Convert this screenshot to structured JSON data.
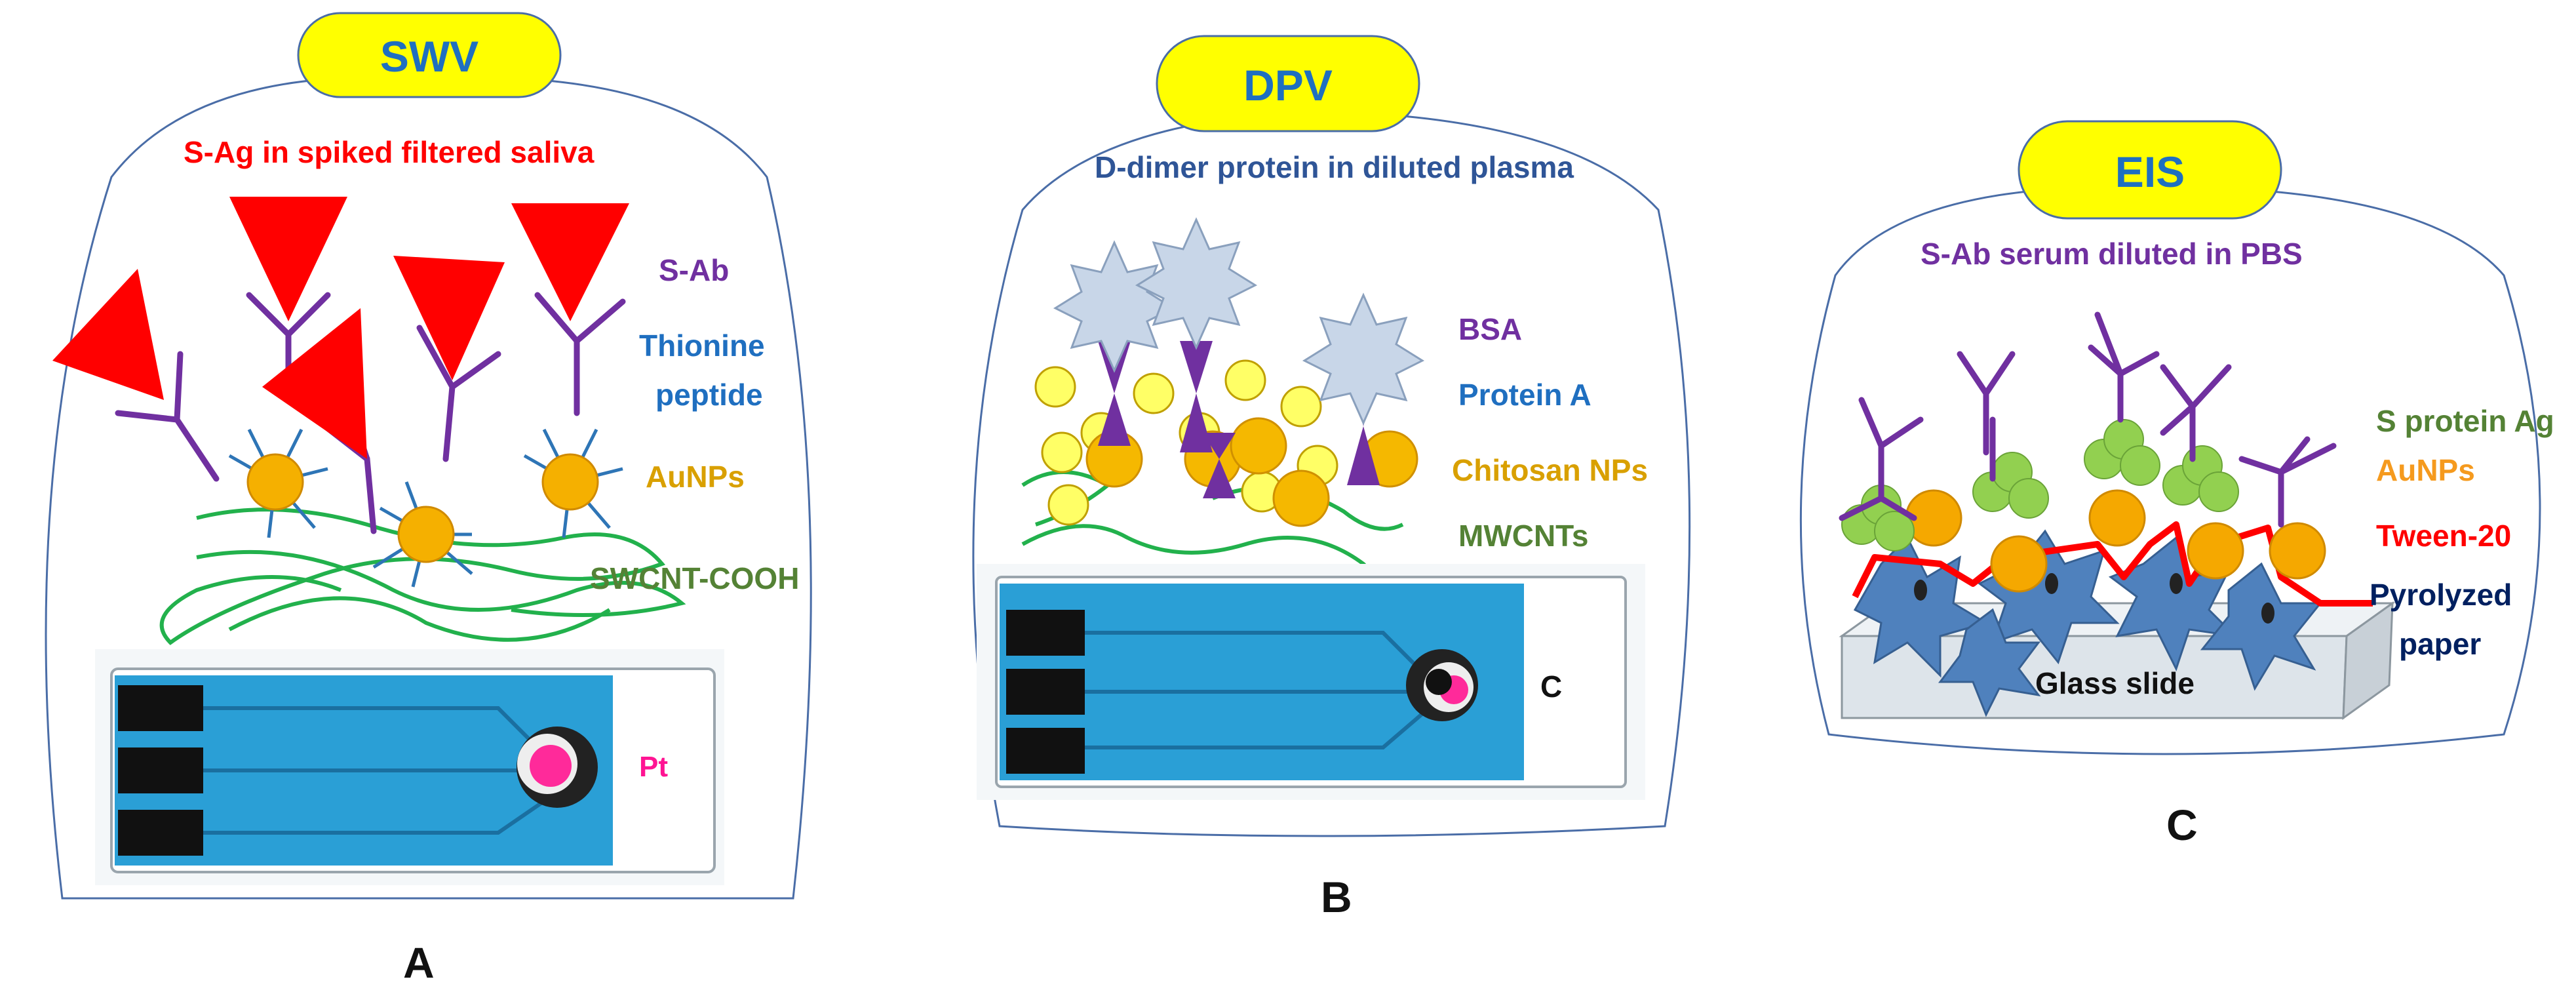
{
  "panels": [
    {
      "method": "SWV",
      "analyte": "S-Ag in spiked filtered saliva",
      "labels": [
        "S-Ab",
        "Thionine",
        "peptide",
        "AuNPs",
        "SWCNT-COOH"
      ],
      "electrode_label": "Pt",
      "panel_letter": "A"
    },
    {
      "method": "DPV",
      "analyte": "D-dimer protein in diluted plasma",
      "labels": [
        "BSA",
        "Protein A",
        "Chitosan NPs",
        "MWCNTs"
      ],
      "electrode_label": "C",
      "panel_letter": "B"
    },
    {
      "method": "EIS",
      "analyte": "S-Ab serum diluted in PBS",
      "labels": [
        "S protein Ag",
        "AuNPs",
        "Tween-20",
        "Pyrolyzed",
        "paper"
      ],
      "substrate_label": "Glass slide",
      "panel_letter": "C"
    }
  ],
  "colors": {
    "badge": "#ffff00",
    "outline": "#4a6da7",
    "antibody": "#7030a0",
    "antigen_red": "#ff0000",
    "gold": "#f5b000",
    "nanotube_green": "#22b14c",
    "electrode_blue": "#2a9fd6",
    "text_blue": "#1f6fc0",
    "text_gold": "#d9a000",
    "text_green": "#548235",
    "text_orange": "#f59a1e",
    "text_red": "#ff0000",
    "text_navy": "#002060",
    "text_magenta": "#ff1493",
    "bsa_fill": "#c8d6e8",
    "chitosan": "#f5b800",
    "spp_green": "#92d050",
    "pyrolyzed": "#4f81bd"
  }
}
